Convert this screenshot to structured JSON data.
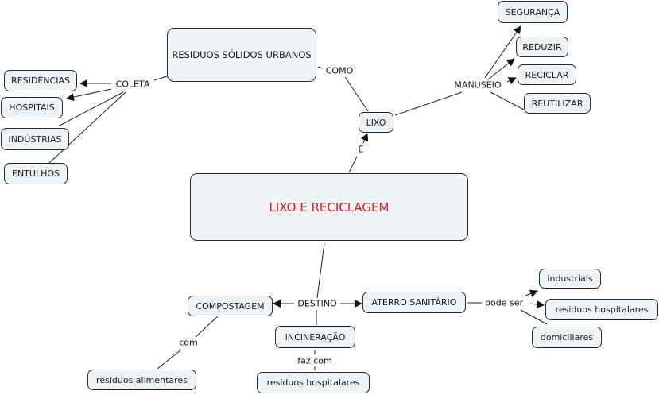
{
  "title": "LIXO E RECICLAGEM",
  "colors": {
    "main_text": "#e01b1b",
    "node_fill": "#edf3f6",
    "node_border": "#2a2a2a",
    "line": "#222222"
  },
  "nodes": {
    "main": "LIXO E RECICLAGEM",
    "rsu": "RESIDUOS SÓLIDOS URBANOS",
    "lixo": "LIXO",
    "residencias": "RESIDÊNCIAS",
    "hospitais": "HOSPITAIS",
    "industrias": "INDÚSTRIAS",
    "entulhos": "ENTULHOS",
    "seguranca": "SEGURANÇA",
    "reduzir": "REDUZIR",
    "reciclar": "RECICLAR",
    "reutilizar": "REUTILIZAR",
    "compostagem": "COMPOSTAGEM",
    "aterro": "ATERRO SANITÁRIO",
    "incineracao": "INCINERAÇÃO",
    "res_alimentares": "residuos alimentares",
    "res_hospitalares_inc": "residuos hospitalares",
    "industriais": "industriais",
    "res_hospitalares_at": "residuos hospitalares",
    "domiciliares": "domiciliares"
  },
  "links": {
    "coleta": "COLETA",
    "como": "COMO",
    "e": "É",
    "manuseio": "MANUSEIO",
    "destino": "DESTINO",
    "com": "com",
    "faz_com": "faz com",
    "pode_ser": "pode ser"
  }
}
